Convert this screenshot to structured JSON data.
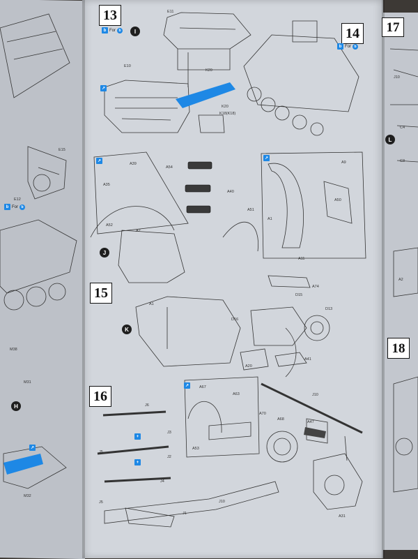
{
  "steps": [
    {
      "number": "13",
      "sub": "I",
      "for_label": "For",
      "for_mark": "b"
    },
    {
      "number": "14",
      "for_label": "For",
      "for_mark": "b"
    },
    {
      "number": "15",
      "subs": [
        "J",
        "K"
      ]
    },
    {
      "number": "16"
    },
    {
      "number": "17",
      "sub": "L"
    },
    {
      "number": "18"
    }
  ],
  "left_page": {
    "sub": "H",
    "for_label": "For",
    "for_mark": "b"
  },
  "part_labels": {
    "step13": [
      "E11",
      "E10",
      "K20",
      "K20",
      "K18(K18)"
    ],
    "step15": [
      "A39",
      "A54",
      "A35",
      "A52",
      "A2",
      "A40",
      "A51",
      "A1",
      "A9",
      "A50",
      "A11",
      "A74",
      "D15",
      "D16",
      "D13",
      "A1",
      "A20",
      "A41"
    ],
    "step16": [
      "J6",
      "J3",
      "J5",
      "J2",
      "J4",
      "J5",
      "J10",
      "J1",
      "A67",
      "A63",
      "A70",
      "A68",
      "A53",
      "J10",
      "A47",
      "A31"
    ],
    "left": [
      "E15",
      "E12",
      "M38",
      "M31",
      "M32"
    ],
    "right": [
      "J10",
      "C4",
      "C3",
      "A2"
    ]
  },
  "colors": {
    "highlight": "#1e88e5",
    "ink": "#111111",
    "paper": "#d2d6dc"
  }
}
